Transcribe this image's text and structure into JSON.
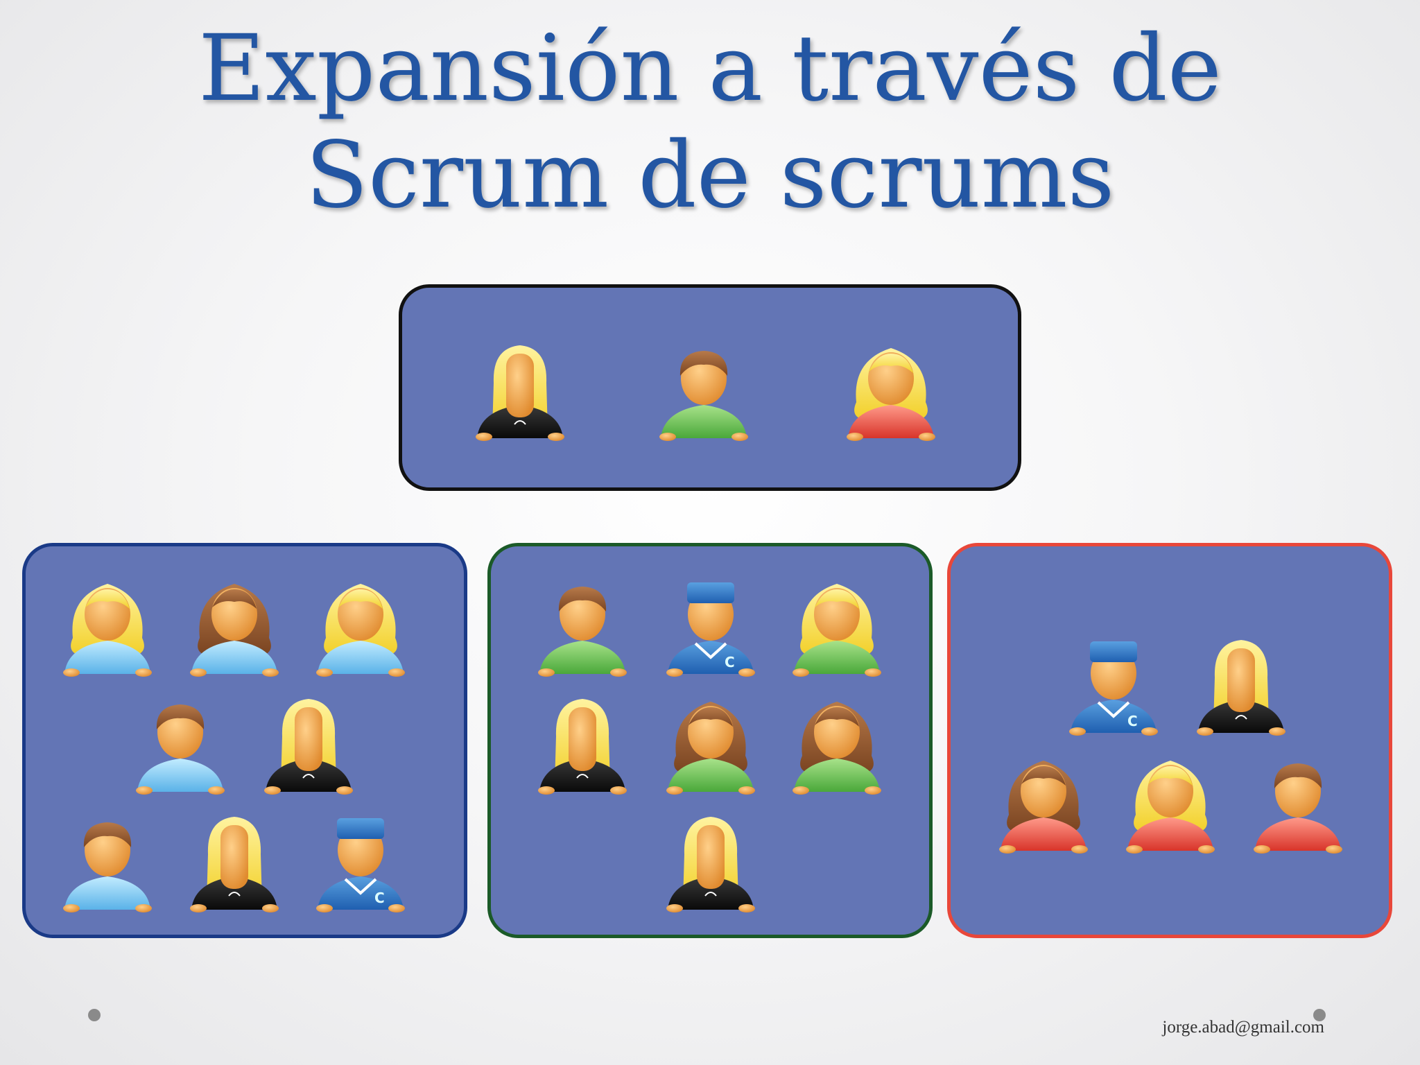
{
  "slide": {
    "title_line1": "Expansión a través de",
    "title_line2": "Scrum de scrums",
    "footer_email": "jorge.abad@gmail.com"
  },
  "colors": {
    "title": "#2356a3",
    "box_fill": "#6375b5",
    "top_border": "#111111",
    "left_border": "#1a3a87",
    "middle_border": "#1b5a28",
    "right_border": "#e8473a"
  },
  "groups": {
    "top": [
      "longhair-black",
      "man-green",
      "curly-red"
    ],
    "left": [
      "curly-lightblue",
      "brown-curly-lightblue",
      "curly-lightblue",
      "man-lightblue",
      "longhair-black",
      "man-lightblue",
      "longhair-black",
      "cap-blue"
    ],
    "middle": [
      "man-green",
      "cap-blue",
      "curly-green",
      "longhair-black",
      "brown-curly-green",
      "brown-curly-green",
      "longhair-black"
    ],
    "right": [
      "cap-blue",
      "longhair-black",
      "brown-curly-red",
      "curly-red",
      "man-red"
    ]
  }
}
